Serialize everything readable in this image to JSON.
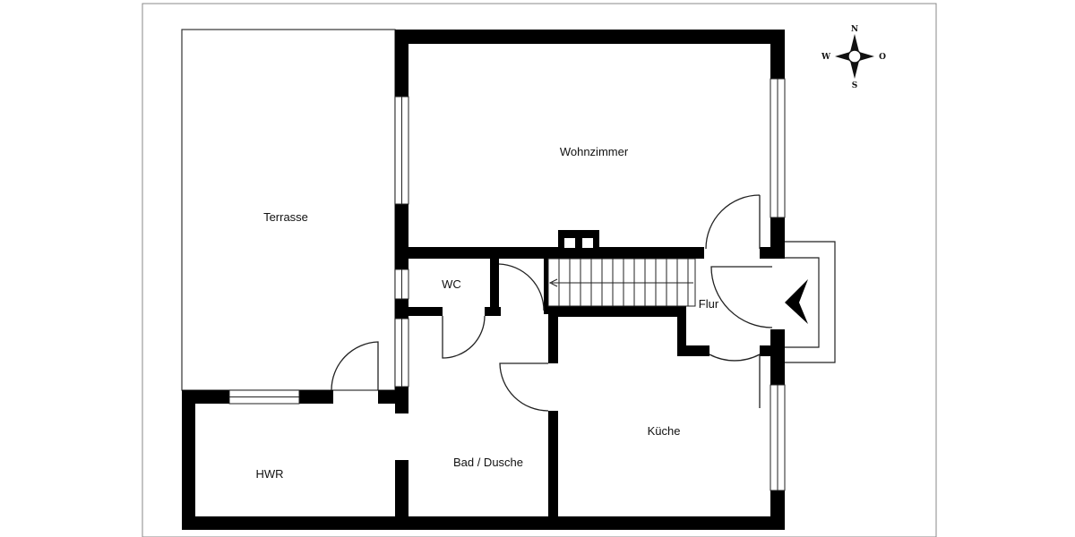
{
  "floorplan": {
    "rooms": {
      "terrasse": "Terrasse",
      "wohnzimmer": "Wohnzimmer",
      "wc": "WC",
      "flur": "Flur",
      "hwr": "HWR",
      "bad": "Bad / Dusche",
      "kueche": "Küche"
    },
    "compass": {
      "north": "N",
      "south": "S",
      "west": "W",
      "east": "O"
    }
  },
  "colors": {
    "wall": "#000000",
    "background": "#ffffff",
    "line": "#222222",
    "window_fill": "#ffffff"
  }
}
